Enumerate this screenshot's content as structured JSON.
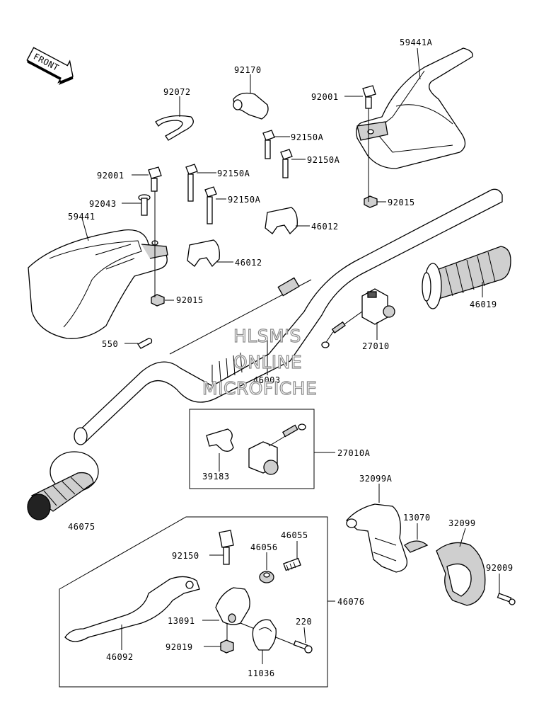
{
  "front_label": "FRONT",
  "watermark": {
    "line1": "HLSM'S",
    "line2": "ONLINE",
    "line3": "MICROFICHE"
  },
  "parts": {
    "p59441A": "59441A",
    "p92001_a": "92001",
    "p92170": "92170",
    "p92072": "92072",
    "p92150A_a": "92150A",
    "p92150A_b": "92150A",
    "p92150A_c": "92150A",
    "p92150A_d": "92150A",
    "p92001_b": "92001",
    "p92043": "92043",
    "p59441": "59441",
    "p92015_a": "92015",
    "p46012_a": "46012",
    "p46012_b": "46012",
    "p92015_b": "92015",
    "p46019": "46019",
    "p550": "550",
    "p27010": "27010",
    "p46003": "46003",
    "p27010A": "27010A",
    "p39183": "39183",
    "p46075": "46075",
    "p32099A": "32099A",
    "p13070": "13070",
    "p32099": "32099",
    "p92009": "92009",
    "p92150": "92150",
    "p46056": "46056",
    "p46055": "46055",
    "p46076": "46076",
    "p13091": "13091",
    "p220": "220",
    "p92019": "92019",
    "p46092": "46092",
    "p11036": "11036"
  }
}
